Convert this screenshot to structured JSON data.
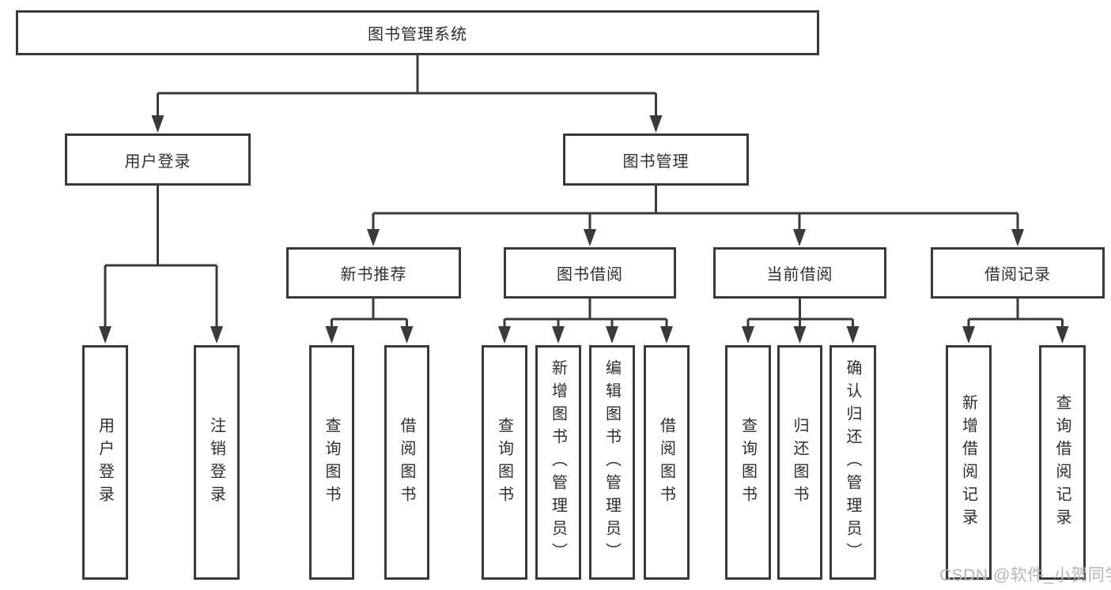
{
  "diagram": {
    "tree": {
      "label": "图书管理系统",
      "children": [
        {
          "label": "用户登录",
          "children": [
            {
              "label": "用户登录"
            },
            {
              "label": "注销登录"
            }
          ]
        },
        {
          "label": "图书管理",
          "children": [
            {
              "label": "新书推荐",
              "children": [
                {
                  "label": "查询图书"
                },
                {
                  "label": "借阅图书"
                }
              ]
            },
            {
              "label": "图书借阅",
              "children": [
                {
                  "label": "查询图书"
                },
                {
                  "label": "新增图书（管理员）"
                },
                {
                  "label": "编辑图书（管理员）"
                },
                {
                  "label": "借阅图书"
                }
              ]
            },
            {
              "label": "当前借阅",
              "children": [
                {
                  "label": "查询图书"
                },
                {
                  "label": "归还图书"
                },
                {
                  "label": "确认归还（管理员）"
                }
              ]
            },
            {
              "label": "借阅记录",
              "children": [
                {
                  "label": "新增借阅记录"
                },
                {
                  "label": "查询借阅记录"
                }
              ]
            }
          ]
        }
      ]
    },
    "colors": {
      "line": "#3a3a3a",
      "text": "#2e2e2e",
      "background": "#ffffff",
      "watermark_text": "#b5b5b5"
    }
  },
  "watermark": {
    "text": "CSDN @软件_小贺同学"
  }
}
